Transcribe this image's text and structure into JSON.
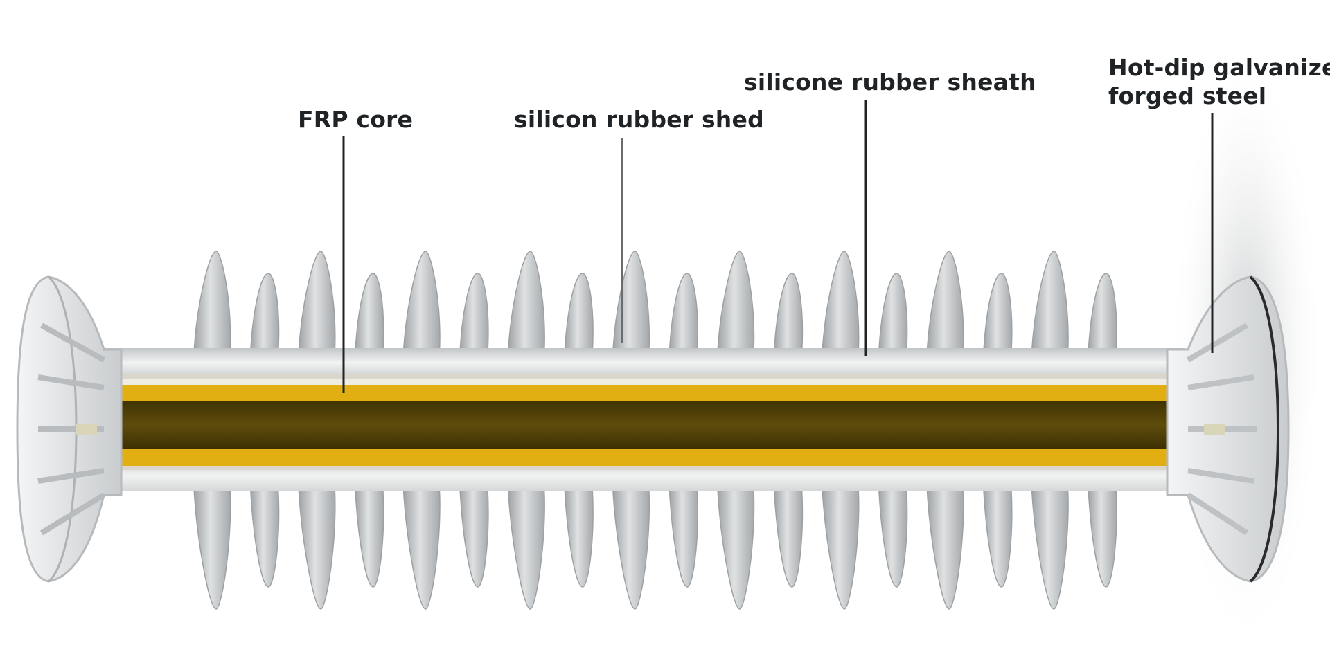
{
  "labels": {
    "frp_core": "FRP core",
    "silicon_rubber_shed": "silicon rubber shed",
    "silicone_rubber_sheath": "silicone rubber sheath",
    "end_fitting_line1": "Hot-dip galvanized",
    "end_fitting_line2": "forged steel"
  },
  "colors": {
    "background": "#ffffff",
    "label_text": "#1f2326",
    "leader_line": "#1f2326",
    "shed": "#c4c7c9",
    "sheath": "#cfd2d3",
    "frp_outer": "#e4b10f",
    "frp_core_dark": "#4e3f06",
    "end_fitting": "#e6e8ea"
  },
  "icons": {
    "insulator": "composite-insulator-cutaway"
  },
  "insulator": {
    "shed_count": 18
  }
}
